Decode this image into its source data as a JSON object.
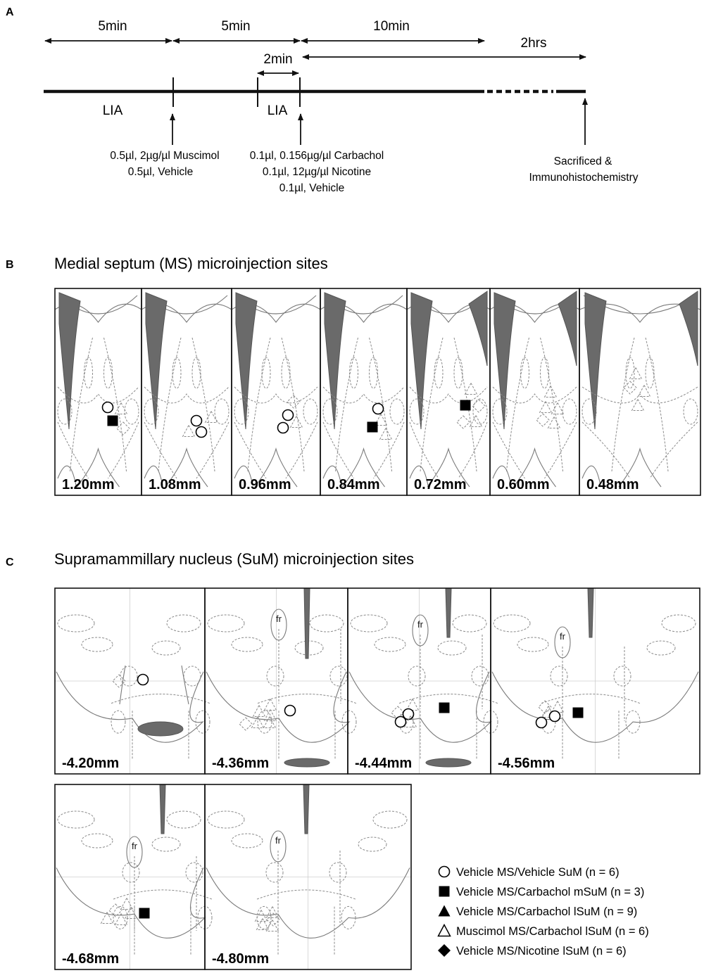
{
  "panel_a": {
    "letter": "A",
    "durations": [
      "5min",
      "5min",
      "10min",
      "2hrs",
      "2min"
    ],
    "lia_labels": [
      "LIA",
      "LIA"
    ],
    "injection_1": [
      "0.5µl, 2µg/µl Muscimol",
      "0.5µl, Vehicle"
    ],
    "injection_2": [
      "0.1µl, 0.156µg/µl Carbachol",
      "0.1µl, 12µg/µl Nicotine",
      "0.1µl, Vehicle"
    ],
    "endpoint": [
      "Sacrificed &",
      "Immunohistochemistry"
    ]
  },
  "panel_b": {
    "letter": "B",
    "title": "Medial septum (MS) microinjection sites",
    "sections": [
      {
        "label": "1.20mm",
        "markers": [
          "circle",
          "triangle",
          "square",
          "diamond"
        ]
      },
      {
        "label": "1.08mm",
        "markers": [
          "circle",
          "triangle",
          "open-triangle",
          "circle"
        ]
      },
      {
        "label": "0.96mm",
        "markers": [
          "diamond",
          "circle",
          "circle",
          "triangle"
        ]
      },
      {
        "label": "0.84mm",
        "markers": [
          "circle",
          "open-triangle",
          "square",
          "triangle"
        ]
      },
      {
        "label": "0.72mm",
        "markers": [
          "open-triangle",
          "square",
          "diamond",
          "diamond",
          "triangle"
        ]
      },
      {
        "label": "0.60mm",
        "markers": [
          "open-triangle",
          "triangle",
          "open-triangle",
          "diamond",
          "triangle"
        ]
      },
      {
        "label": "0.48mm",
        "markers": [
          "triangle",
          "diamond",
          "triangle",
          "open-triangle"
        ]
      }
    ]
  },
  "panel_c": {
    "letter": "C",
    "title": "Supramammillary nucleus (SuM) microinjection sites",
    "fr_label": "fr",
    "sections": [
      {
        "label": "-4.20mm",
        "markers": [
          "diamond",
          "circle"
        ]
      },
      {
        "label": "-4.36mm",
        "markers": [
          "open-triangle",
          "triangle",
          "triangle",
          "circle",
          "diamond",
          "triangle",
          "triangle"
        ]
      },
      {
        "label": "-4.44mm",
        "markers": [
          "open-triangle",
          "diamond",
          "circle",
          "square",
          "circle",
          "triangle"
        ]
      },
      {
        "label": "-4.56mm",
        "markers": [
          "diamond",
          "open-triangle",
          "triangle",
          "circle",
          "square",
          "circle"
        ]
      },
      {
        "label": "-4.68mm",
        "markers": [
          "open-triangle",
          "diamond",
          "triangle",
          "triangle",
          "square",
          "triangle"
        ]
      },
      {
        "label": "-4.80mm",
        "markers": [
          "open-triangle",
          "triangle",
          "diamond",
          "triangle",
          "triangle"
        ]
      }
    ]
  },
  "legend": [
    {
      "symbol": "circle",
      "label": "Vehicle MS/Vehicle SuM (n = 6)"
    },
    {
      "symbol": "square",
      "label": "Vehicle MS/Carbachol mSuM (n = 3)"
    },
    {
      "symbol": "triangle",
      "label": "Vehicle MS/Carbachol lSuM (n = 9)"
    },
    {
      "symbol": "open-triangle",
      "label": "Muscimol MS/Carbachol lSuM (n = 6)"
    },
    {
      "symbol": "diamond",
      "label": "Vehicle MS/Nicotine lSuM (n = 6)"
    }
  ]
}
